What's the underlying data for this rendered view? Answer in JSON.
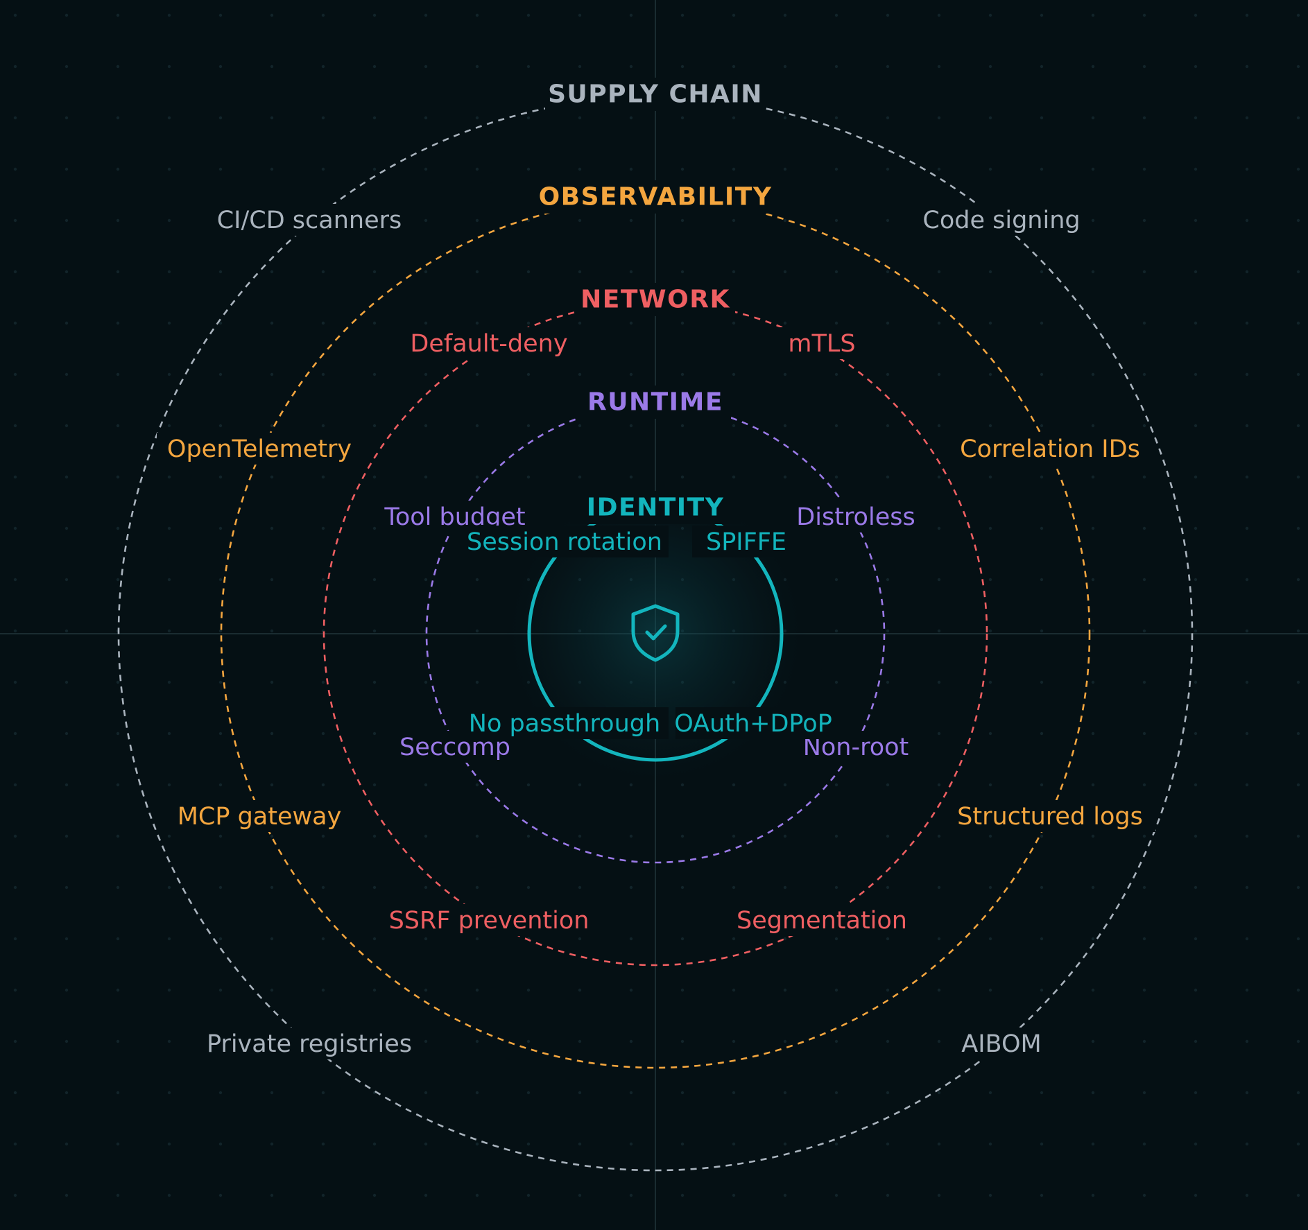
{
  "colors": {
    "background": "#051014",
    "supply_chain": "#aab4be",
    "observability": "#f4a63f",
    "network": "#ef5f62",
    "runtime": "#9b7ae8",
    "identity": "#13b5bd"
  },
  "center": {
    "icon": "shield-check-icon"
  },
  "layers": [
    {
      "key": "supply_chain",
      "title": "SUPPLY CHAIN",
      "items": [
        "CI/CD scanners",
        "Code signing",
        "Private registries",
        "AIBOM"
      ]
    },
    {
      "key": "observability",
      "title": "OBSERVABILITY",
      "items": [
        "OpenTelemetry",
        "Correlation IDs",
        "MCP gateway",
        "Structured logs"
      ]
    },
    {
      "key": "network",
      "title": "NETWORK",
      "items": [
        "Default-deny",
        "mTLS",
        "SSRF prevention",
        "Segmentation"
      ]
    },
    {
      "key": "runtime",
      "title": "RUNTIME",
      "items": [
        "Tool budget",
        "Distroless",
        "Seccomp",
        "Non-root"
      ]
    },
    {
      "key": "identity",
      "title": "IDENTITY",
      "items": [
        "Session rotation",
        "SPIFFE",
        "No passthrough",
        "OAuth+DPoP"
      ]
    }
  ]
}
